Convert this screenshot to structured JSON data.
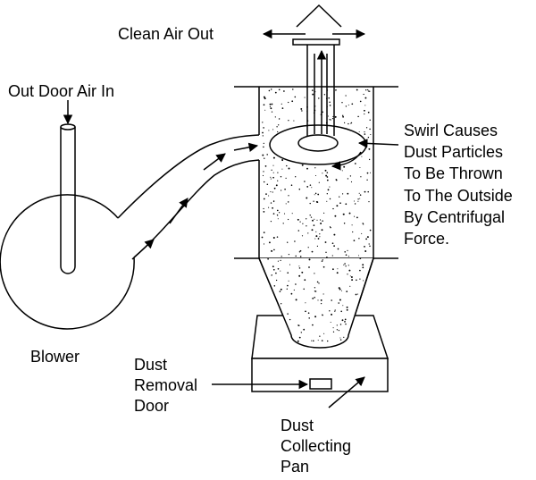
{
  "labels": {
    "clean_air_out": "Clean Air Out",
    "outdoor_air_in": "Out Door Air In",
    "swirl": [
      "Swirl Causes",
      "Dust Particles",
      "To Be Thrown",
      "To The Outside",
      "By Centrifugal",
      "Force."
    ],
    "blower": "Blower",
    "dust_removal_door": [
      "Dust",
      "Removal",
      "Door"
    ],
    "dust_collecting_pan": [
      "Dust",
      "Collecting",
      "Pan"
    ]
  },
  "colors": {
    "ink": "#000000",
    "paper": "#ffffff"
  }
}
